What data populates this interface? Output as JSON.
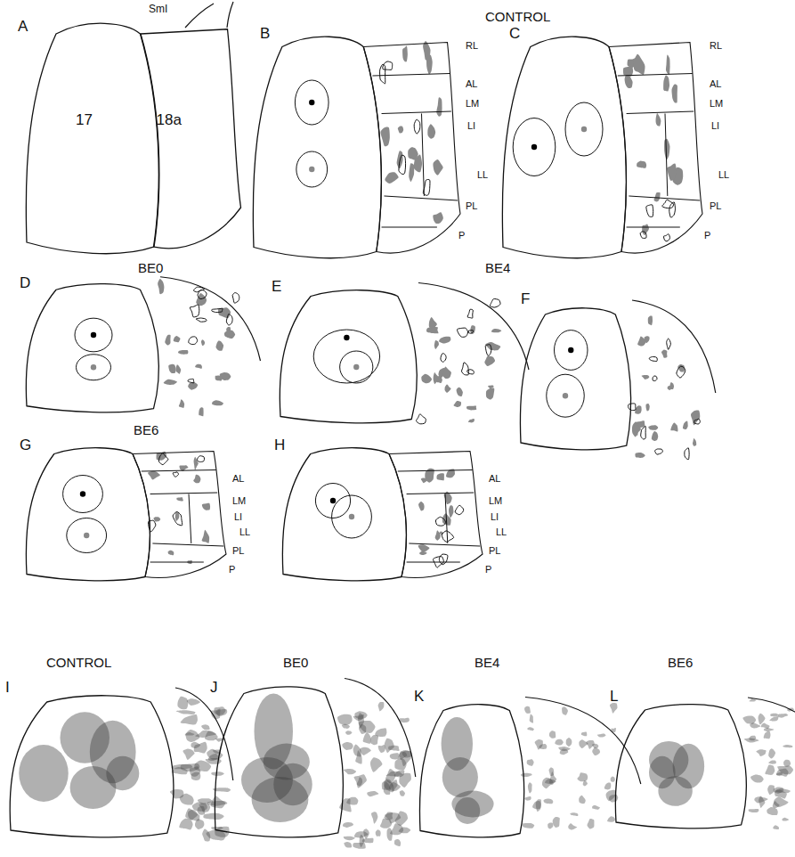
{
  "diagram": {
    "nodes": [
      {
        "text": [
          "17"
        ]
      },
      {
        "text": [
          "18a"
        ]
      }
    ],
    "labels": [
      "A",
      "SmI",
      "CONTROL",
      "B",
      "RL",
      "AL",
      "LM",
      "LI",
      "LL",
      "PL",
      "P",
      "C",
      "RL",
      "AL",
      "LM",
      "LI",
      "LL",
      "PL",
      "P",
      "BE0",
      "BE4",
      "D",
      "E",
      "F",
      "BE6",
      "G",
      "AL",
      "LM",
      "LI",
      "LL",
      "PL",
      "P",
      "H",
      "AL",
      "LM",
      "LI",
      "LL",
      "PL",
      "P",
      "CONTROL",
      "BE0",
      "BE4",
      "BE6",
      "I",
      "J",
      "K",
      "L"
    ]
  }
}
